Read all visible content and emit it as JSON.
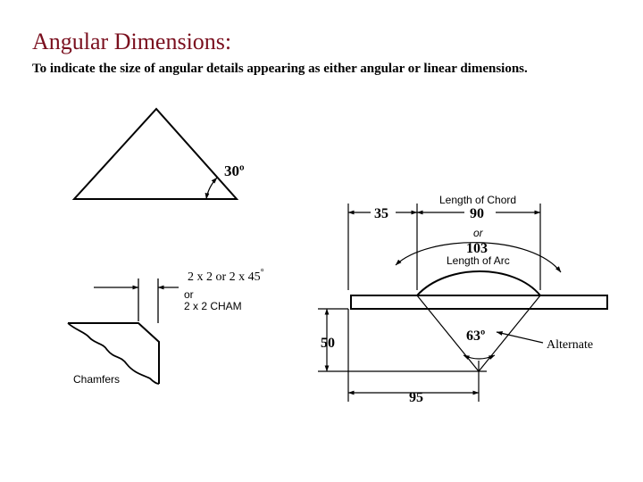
{
  "header": {
    "title": "Angular  Dimensions:",
    "subtitle": "To indicate the size of angular details appearing as either angular or linear dimensions."
  },
  "triangle": {
    "angle_label": "30º"
  },
  "chamfer": {
    "size_label": "2 x 2  or 2 x 45",
    "degree_mark": "°",
    "or_label": "or",
    "cham_label": "2  x  2 CHAM",
    "caption": "Chamfers"
  },
  "arc_part": {
    "chord_heading": "Length of Chord",
    "offset_value": "35",
    "chord_value": "90",
    "or_label": "or",
    "arc_value": "103",
    "arc_heading": "Length of Arc",
    "height_value": "50",
    "angle_value": "63º",
    "alternate_label": "Alternate",
    "width_value": "95"
  },
  "colors": {
    "title": "#7a0f1e",
    "line": "#000000",
    "background": "#ffffff"
  }
}
